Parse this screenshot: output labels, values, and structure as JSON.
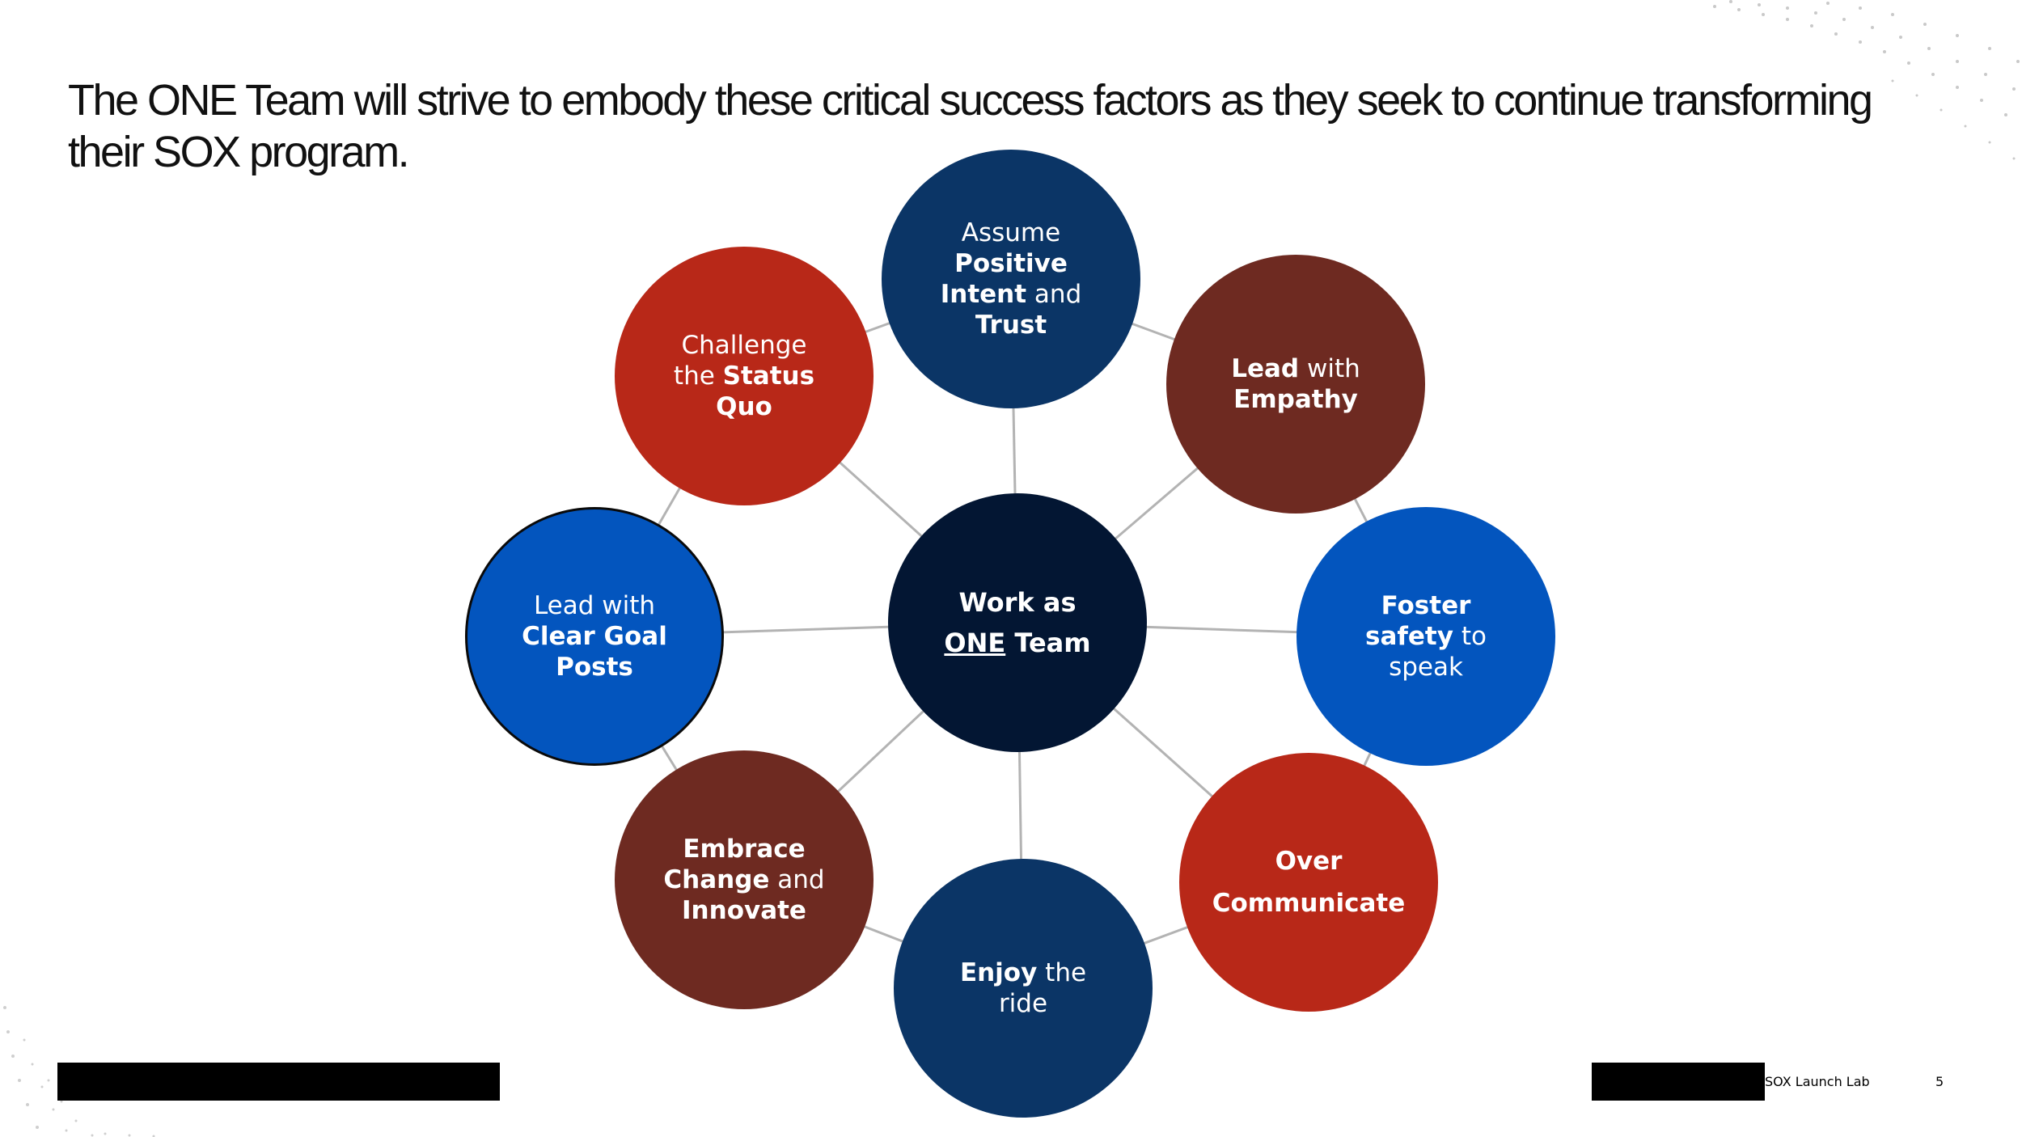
{
  "slide": {
    "title": "The ONE Team will strive to embody these critical success factors as they seek to continue transforming their SOX program."
  },
  "diagram": {
    "center": {
      "line1": "Work as",
      "line2_underlined": "ONE",
      "line2_rest": " Team",
      "color": "#031633"
    },
    "nodes": [
      {
        "id": "positive-intent",
        "color": "#0b3566",
        "parts": [
          [
            "Assume",
            false
          ],
          [
            "\n",
            false
          ],
          [
            "Positive",
            true
          ],
          [
            "\n",
            false
          ],
          [
            "Intent",
            true
          ],
          [
            " and",
            false
          ],
          [
            "\n",
            false
          ],
          [
            "Trust",
            true
          ]
        ]
      },
      {
        "id": "empathy",
        "color": "#6e2a21",
        "parts": [
          [
            "Lead",
            true
          ],
          [
            " with",
            false
          ],
          [
            "\n",
            false
          ],
          [
            "Empathy",
            true
          ]
        ]
      },
      {
        "id": "safety",
        "color": "#0355be",
        "parts": [
          [
            "Foster",
            true
          ],
          [
            "\n",
            false
          ],
          [
            "safety",
            true
          ],
          [
            " to",
            false
          ],
          [
            "\n",
            false
          ],
          [
            "speak",
            false
          ]
        ]
      },
      {
        "id": "communicate",
        "color": "#b82818",
        "parts": [
          [
            "Over",
            true
          ],
          [
            "\n",
            false
          ],
          [
            "Communicate",
            true
          ]
        ]
      },
      {
        "id": "enjoy",
        "color": "#0b3566",
        "parts": [
          [
            "Enjoy",
            true
          ],
          [
            " the",
            false
          ],
          [
            "\n",
            false
          ],
          [
            "ride",
            false
          ]
        ]
      },
      {
        "id": "change",
        "color": "#6e2a21",
        "parts": [
          [
            "Embrace",
            true
          ],
          [
            "\n",
            false
          ],
          [
            "Change",
            true
          ],
          [
            " and",
            false
          ],
          [
            "\n",
            false
          ],
          [
            "Innovate",
            true
          ]
        ]
      },
      {
        "id": "goal-posts",
        "color": "#0355be",
        "parts": [
          [
            "Lead with",
            false
          ],
          [
            "\n",
            false
          ],
          [
            "Clear Goal",
            true
          ],
          [
            "\n",
            false
          ],
          [
            "Posts",
            true
          ]
        ]
      },
      {
        "id": "status-quo",
        "color": "#b82818",
        "parts": [
          [
            "Challenge",
            false
          ],
          [
            "\n",
            false
          ],
          [
            "the ",
            false
          ],
          [
            "Status",
            true
          ],
          [
            "\n",
            false
          ],
          [
            "Quo",
            true
          ]
        ]
      }
    ],
    "line_color": "#b3b3b3"
  },
  "footer": {
    "deck_name": "SOX Launch Lab",
    "page_number": "5"
  }
}
